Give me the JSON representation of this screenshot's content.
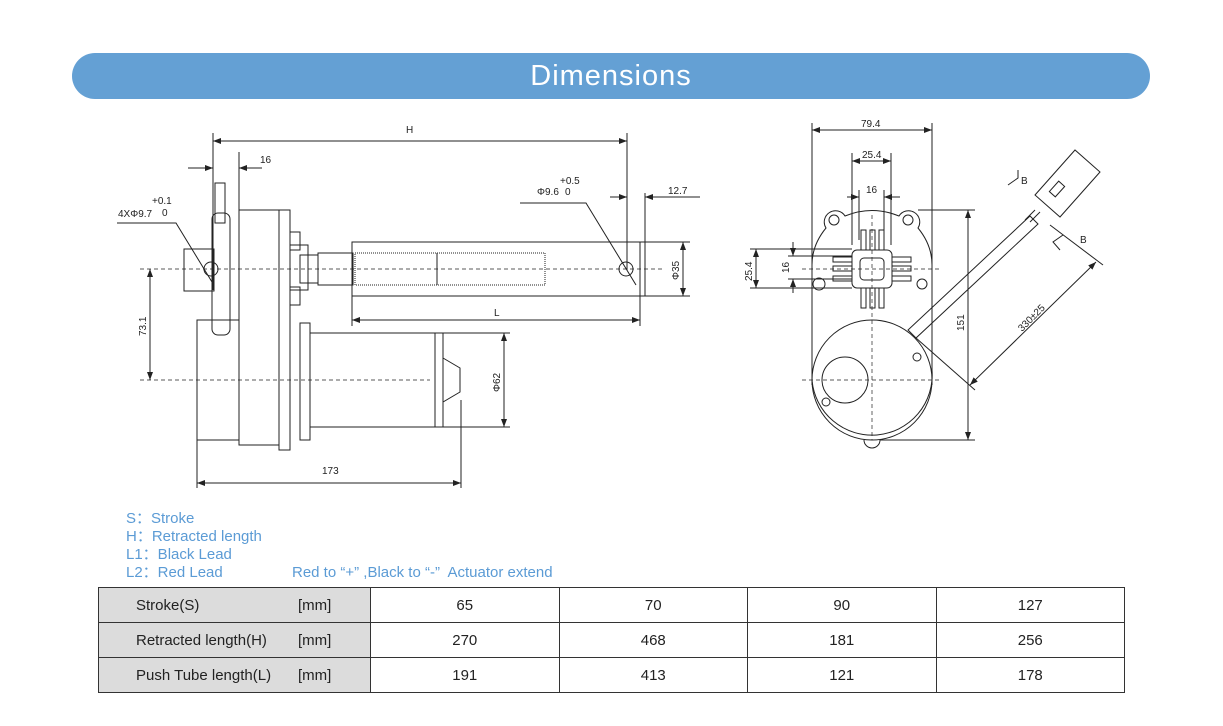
{
  "header": {
    "title": "Dimensions"
  },
  "drawing": {
    "side_view": {
      "dim_H": "H",
      "dim_16": "16",
      "mount_hole": "4XΦ9.7",
      "mount_hole_tol_upper": "+0.1",
      "mount_hole_tol_lower": "0",
      "rod_hole": "Φ9.6",
      "rod_hole_tol_upper": "+0.5",
      "rod_hole_tol_lower": "0",
      "dim_12_7": "12.7",
      "dim_phi35": "Φ35",
      "dim_L": "L",
      "dim_73_1": "73.1",
      "dim_phi62": "Φ62",
      "dim_173": "173"
    },
    "end_view": {
      "dim_79_4": "79.4",
      "dim_25_4_top": "25.4",
      "dim_16_top": "16",
      "dim_25_4_left": "25.4",
      "dim_16_left": "16",
      "dim_151": "151",
      "dim_cable": "330±25",
      "section_mark_1": "B",
      "section_mark_2": "B"
    }
  },
  "legend": {
    "items": [
      "S：Stroke",
      "H：Retracted length",
      "L1：Black Lead",
      "L2：Red Lead"
    ],
    "note": "Red to “+” ,Black to “-”  Actuator extend"
  },
  "table": {
    "rows": [
      {
        "label": "Stroke(S)",
        "unit": "[mm]",
        "values": [
          "65",
          "70",
          "90",
          "127"
        ]
      },
      {
        "label": "Retracted length(H)",
        "unit": "[mm]",
        "values": [
          "270",
          "468",
          "181",
          "256"
        ]
      },
      {
        "label": "Push Tube length(L)",
        "unit": "[mm]",
        "values": [
          "191",
          "413",
          "121",
          "178"
        ]
      }
    ]
  }
}
